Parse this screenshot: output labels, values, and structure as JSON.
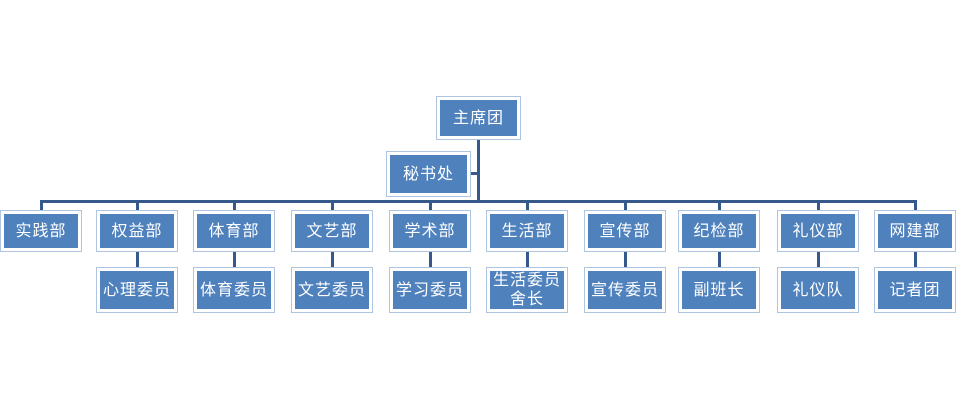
{
  "org_chart": {
    "type": "org-chart",
    "root": {
      "label": "主席团"
    },
    "secretariat": {
      "label": "秘书处"
    },
    "departments": [
      {
        "label": "实践部",
        "sub": null
      },
      {
        "label": "权益部",
        "sub": "心理委员"
      },
      {
        "label": "体育部",
        "sub": "体育委员"
      },
      {
        "label": "文艺部",
        "sub": "文艺委员"
      },
      {
        "label": "学术部",
        "sub": "学习委员"
      },
      {
        "label": "生活部",
        "sub": "生活委员舍长"
      },
      {
        "label": "宣传部",
        "sub": "宣传委员"
      },
      {
        "label": "纪检部",
        "sub": "副班长"
      },
      {
        "label": "礼仪部",
        "sub": "礼仪队"
      },
      {
        "label": "网建部",
        "sub": "记者团"
      }
    ],
    "colors": {
      "box_fill": "#4f81bd",
      "box_border": "#ffffff",
      "box_outline": "#aec4e0",
      "line": "#36598c",
      "text": "#ffffff"
    }
  }
}
